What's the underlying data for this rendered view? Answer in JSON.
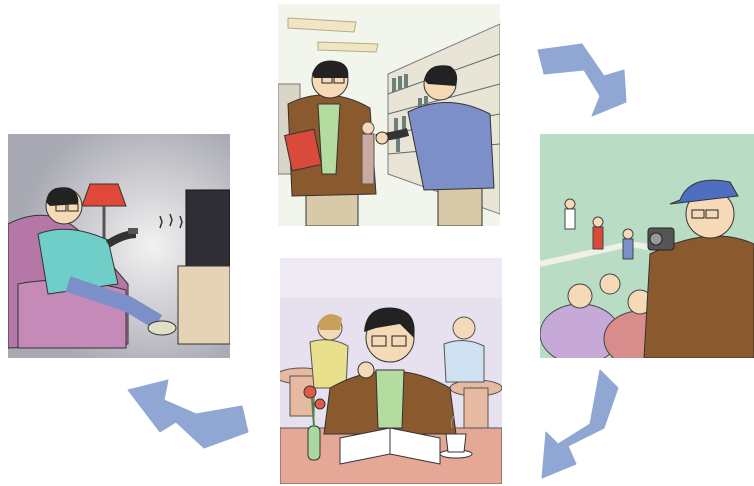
{
  "diagram": {
    "layout": "cycle",
    "direction": "clockwise",
    "panels": [
      {
        "scene": "library",
        "position": "top"
      },
      {
        "scene": "baseball-game",
        "position": "right"
      },
      {
        "scene": "cafe-reading",
        "position": "bottom"
      },
      {
        "scene": "watching-tv",
        "position": "left"
      }
    ],
    "arrows": [
      "top-to-right",
      "right-to-bottom",
      "bottom-to-left"
    ]
  },
  "colors": {
    "arrow": "#8fa7d2",
    "library_bg": "#f2f5ec",
    "game_bg": "#b8dcc4",
    "cafe_bg": "#e6e0ef",
    "tv_bg": "#c7c7cf",
    "jacket": "#8a5a2e",
    "shirt_green": "#b4dca0",
    "shirt_blue": "#7d8fc8"
  }
}
